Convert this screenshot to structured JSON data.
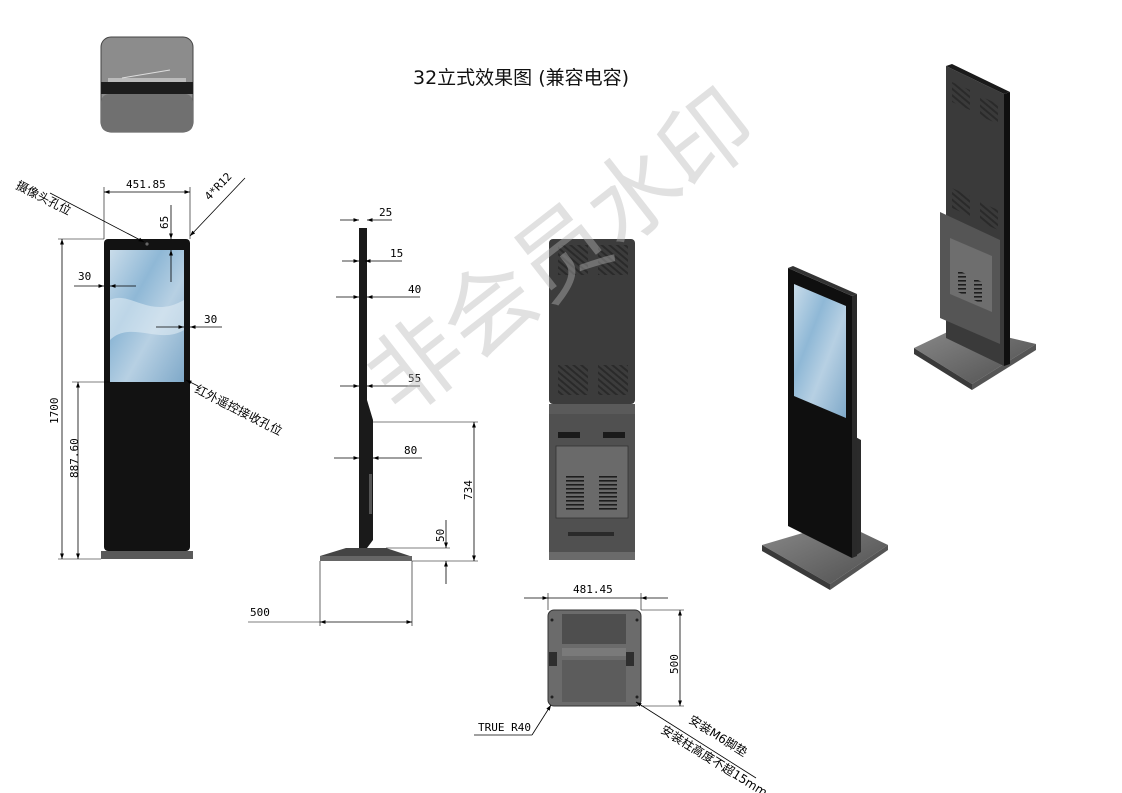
{
  "title": "32立式效果图 (兼容电容)",
  "watermark": "非会员水印",
  "front_view": {
    "width_dim": "451.85",
    "corner_radius": "4*R12",
    "top_margin": "65",
    "side_margin_left": "30",
    "side_margin_right": "30",
    "height_total": "1700",
    "height_lower": "887.60",
    "camera_label": "摄像头孔位",
    "ir_label": "红外遥控接收孔位"
  },
  "side_view": {
    "top_thickness": "25",
    "d15": "15",
    "d40": "40",
    "d55": "55",
    "d80": "80",
    "height_734": "734",
    "base_height": "50",
    "base_depth": "500"
  },
  "bottom_view": {
    "width": "481.45",
    "depth": "500",
    "radius": "TRUE R40",
    "note_line1": "安装M6脚垫",
    "note_line2": "安装柱高度不超15mm"
  },
  "colors": {
    "body": "#1a1a1a",
    "back_panel": "#4a4a4a",
    "base": "#6b6b6b",
    "screen_sky": "#9ec3dd"
  }
}
